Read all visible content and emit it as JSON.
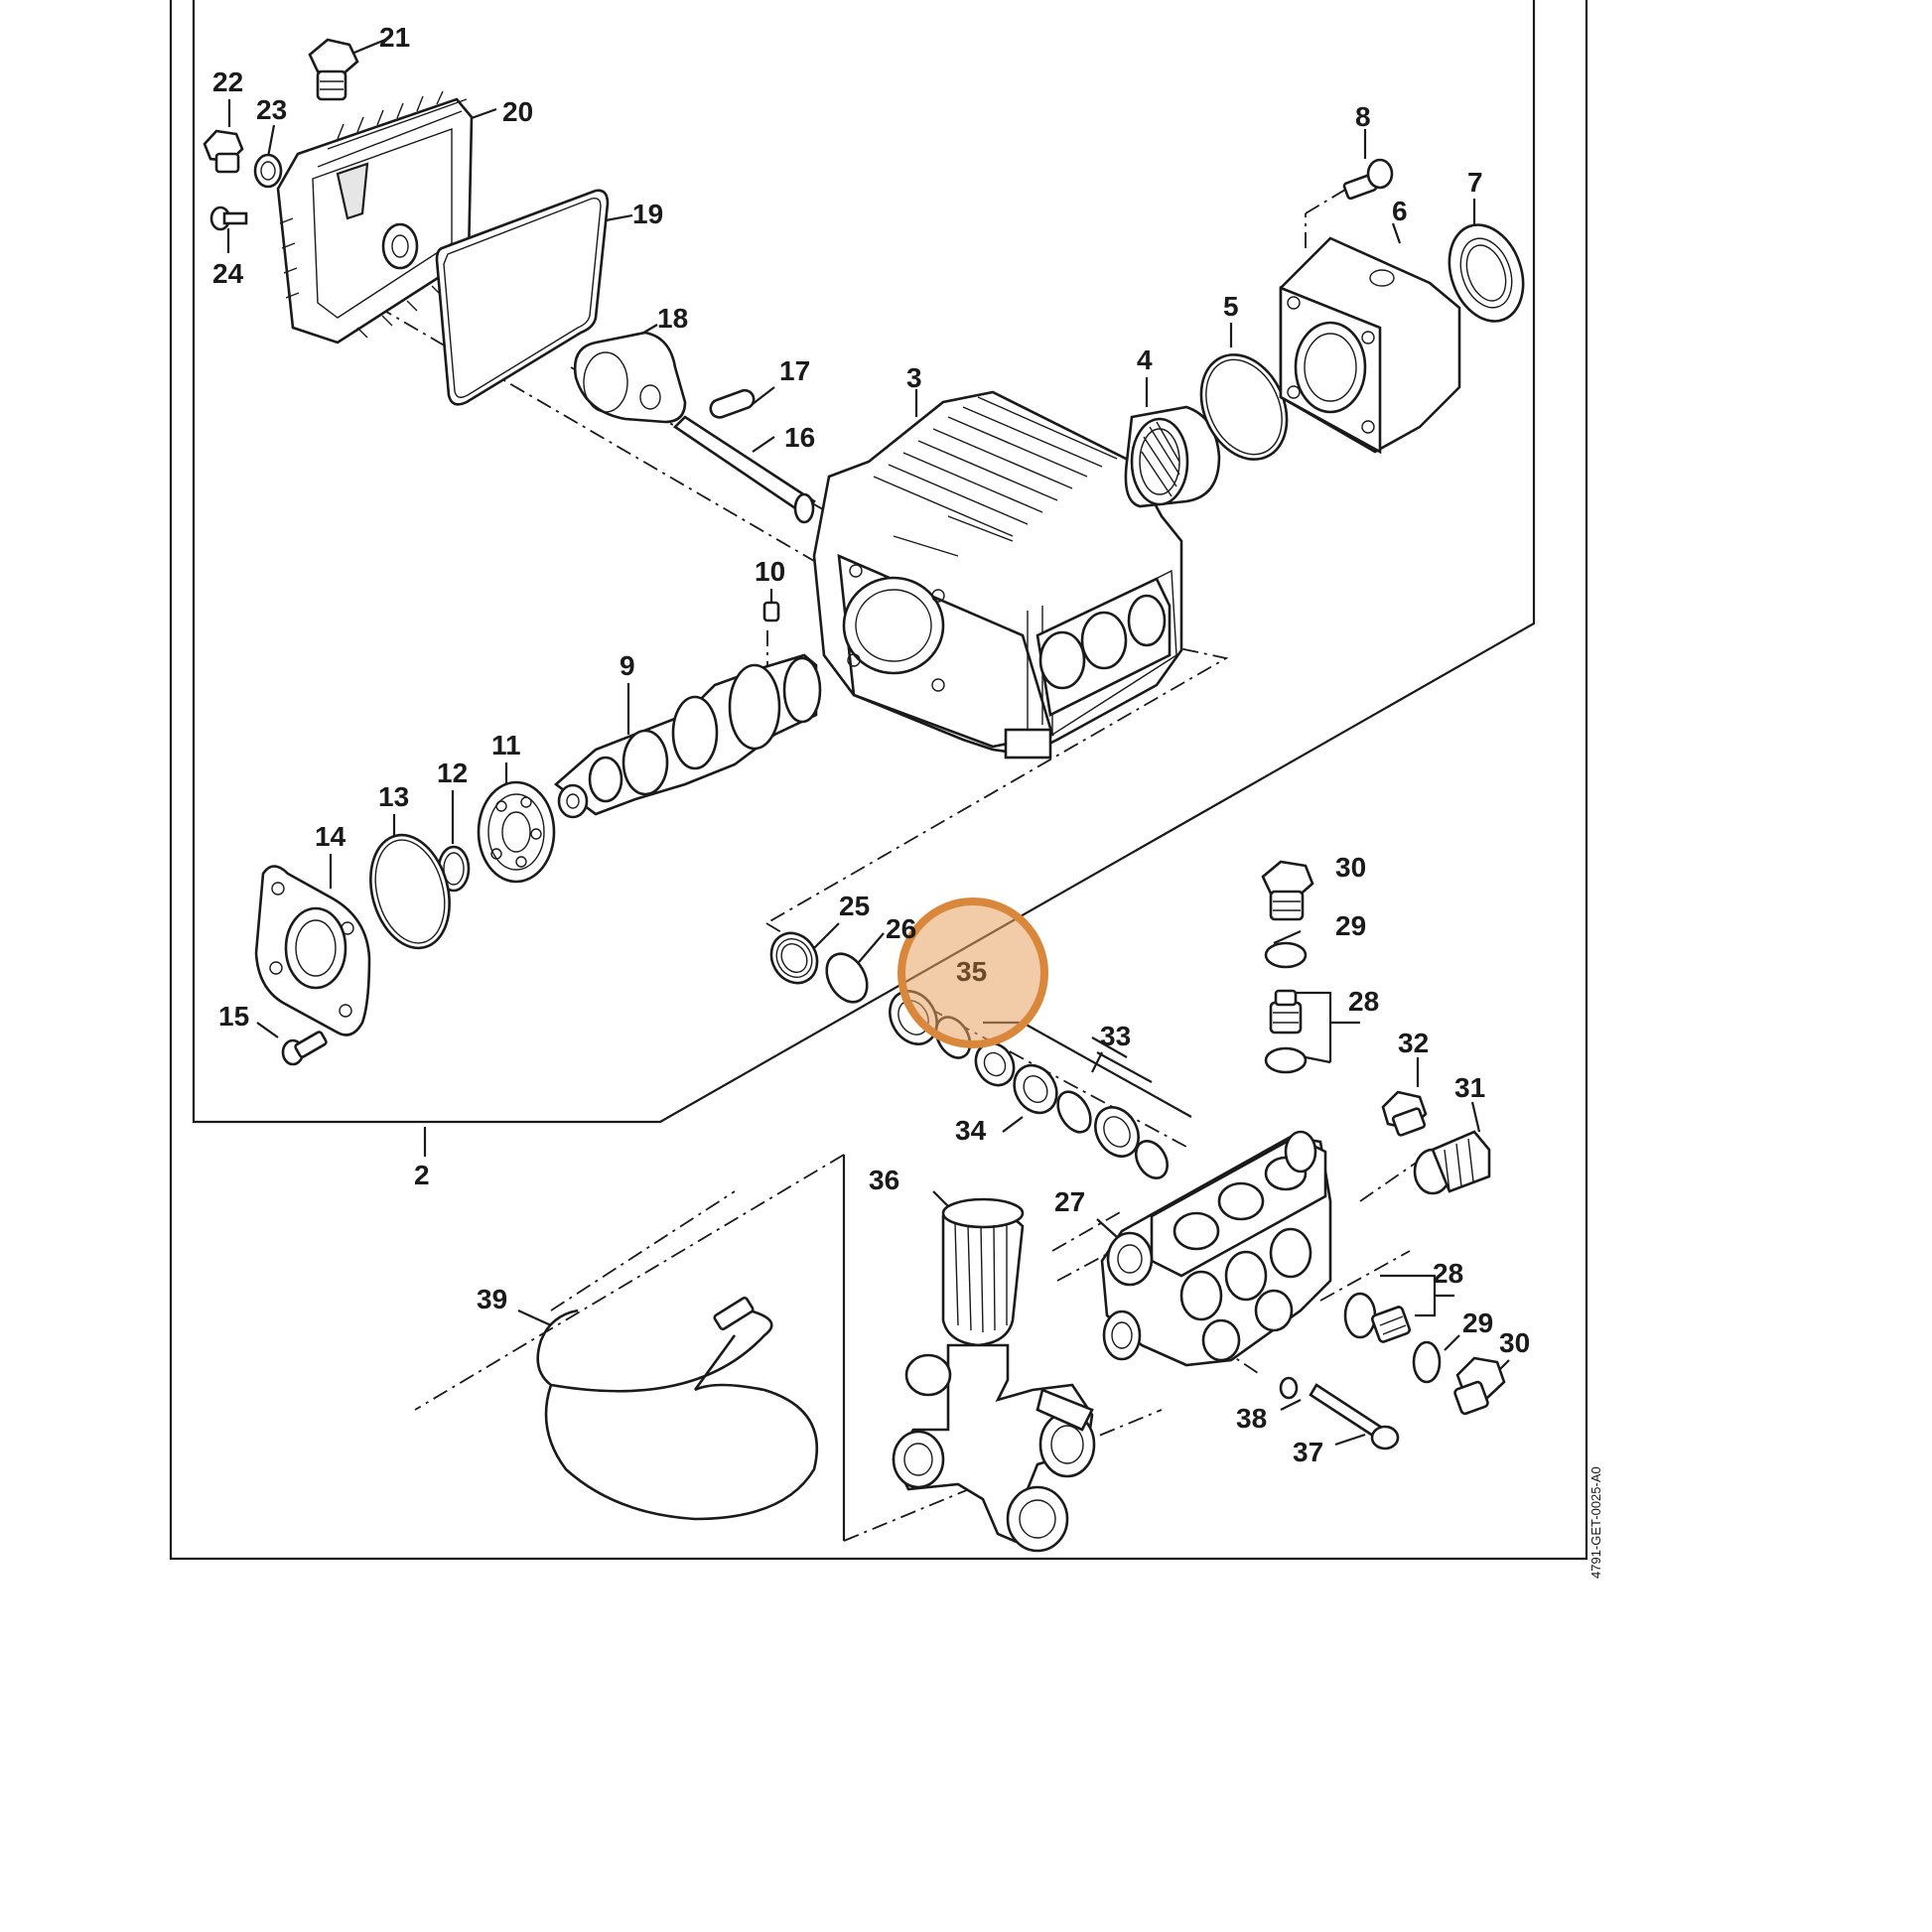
{
  "callouts": [
    "21",
    "22",
    "23",
    "20",
    "19",
    "24",
    "18",
    "17",
    "16",
    "3",
    "4",
    "5",
    "6",
    "7",
    "8",
    "10",
    "9",
    "11",
    "12",
    "13",
    "14",
    "15",
    "25",
    "26",
    "35",
    "33",
    "34",
    "30",
    "29",
    "28",
    "32",
    "31",
    "2",
    "36",
    "27",
    "39",
    "38",
    "37"
  ],
  "doc_code": "4791-GET-0025-A0",
  "highlight": {
    "target": "35",
    "color": "#d9873a"
  }
}
